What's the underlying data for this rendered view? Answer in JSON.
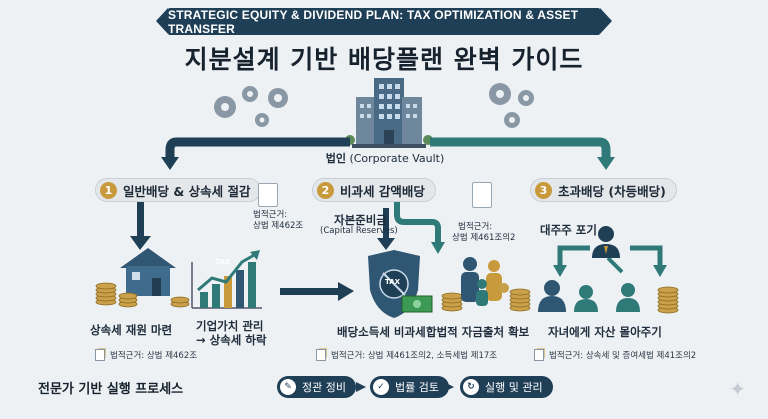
{
  "header": {
    "banner": "STRATEGIC EQUITY & DIVIDEND PLAN: TAX OPTIMIZATION & ASSET TRANSFER",
    "title": "지분설계 기반 배당플랜 완벽 가이드"
  },
  "corporate": {
    "label_ko": "법인",
    "label_en": "(Corporate Vault)"
  },
  "sections": [
    {
      "num": "1",
      "title": "일반배당 & 상속세 절감",
      "legal_doc": "법적근거:\n상법 제462조",
      "legal_doc_l1": "법적근거:",
      "legal_doc_l2": "상법 제462조",
      "item1": "상속세 재원 마련",
      "item2_l1": "기업가치 관리",
      "item2_l2": "→ 상속세 하락",
      "tax_icon": "TAX",
      "legal_bottom": "법적근거: 상법 제462조"
    },
    {
      "num": "2",
      "title": "비과세 감액배당",
      "capital_l1": "자본준비금",
      "capital_l2": "(Capital Reserves)",
      "legal_doc_l1": "법적근거:",
      "legal_doc_l2": "상법 제461조의2",
      "item1": "배당소득세 비과세",
      "item2": "합법적 자금출처 확보",
      "tax_icon": "TAX",
      "legal_bottom": "법적근거: 상법 제461조의2, 소득세법 제17조"
    },
    {
      "num": "3",
      "title": "초과배당 (차등배당)",
      "major": "대주주 포기",
      "item1": "자녀에게 자산 몰아주기",
      "legal_bottom": "법적근거: 상속세 및 증여세법 제41조의2"
    }
  ],
  "process": {
    "title": "전문가 기반 실행 프로세스",
    "steps": [
      "정관 정비",
      "법률 검토",
      "실행 및 관리"
    ]
  },
  "colors": {
    "navy": "#1f3f57",
    "teal": "#2f7a78",
    "gold": "#c99a3b",
    "bg": "#eef1f4"
  }
}
